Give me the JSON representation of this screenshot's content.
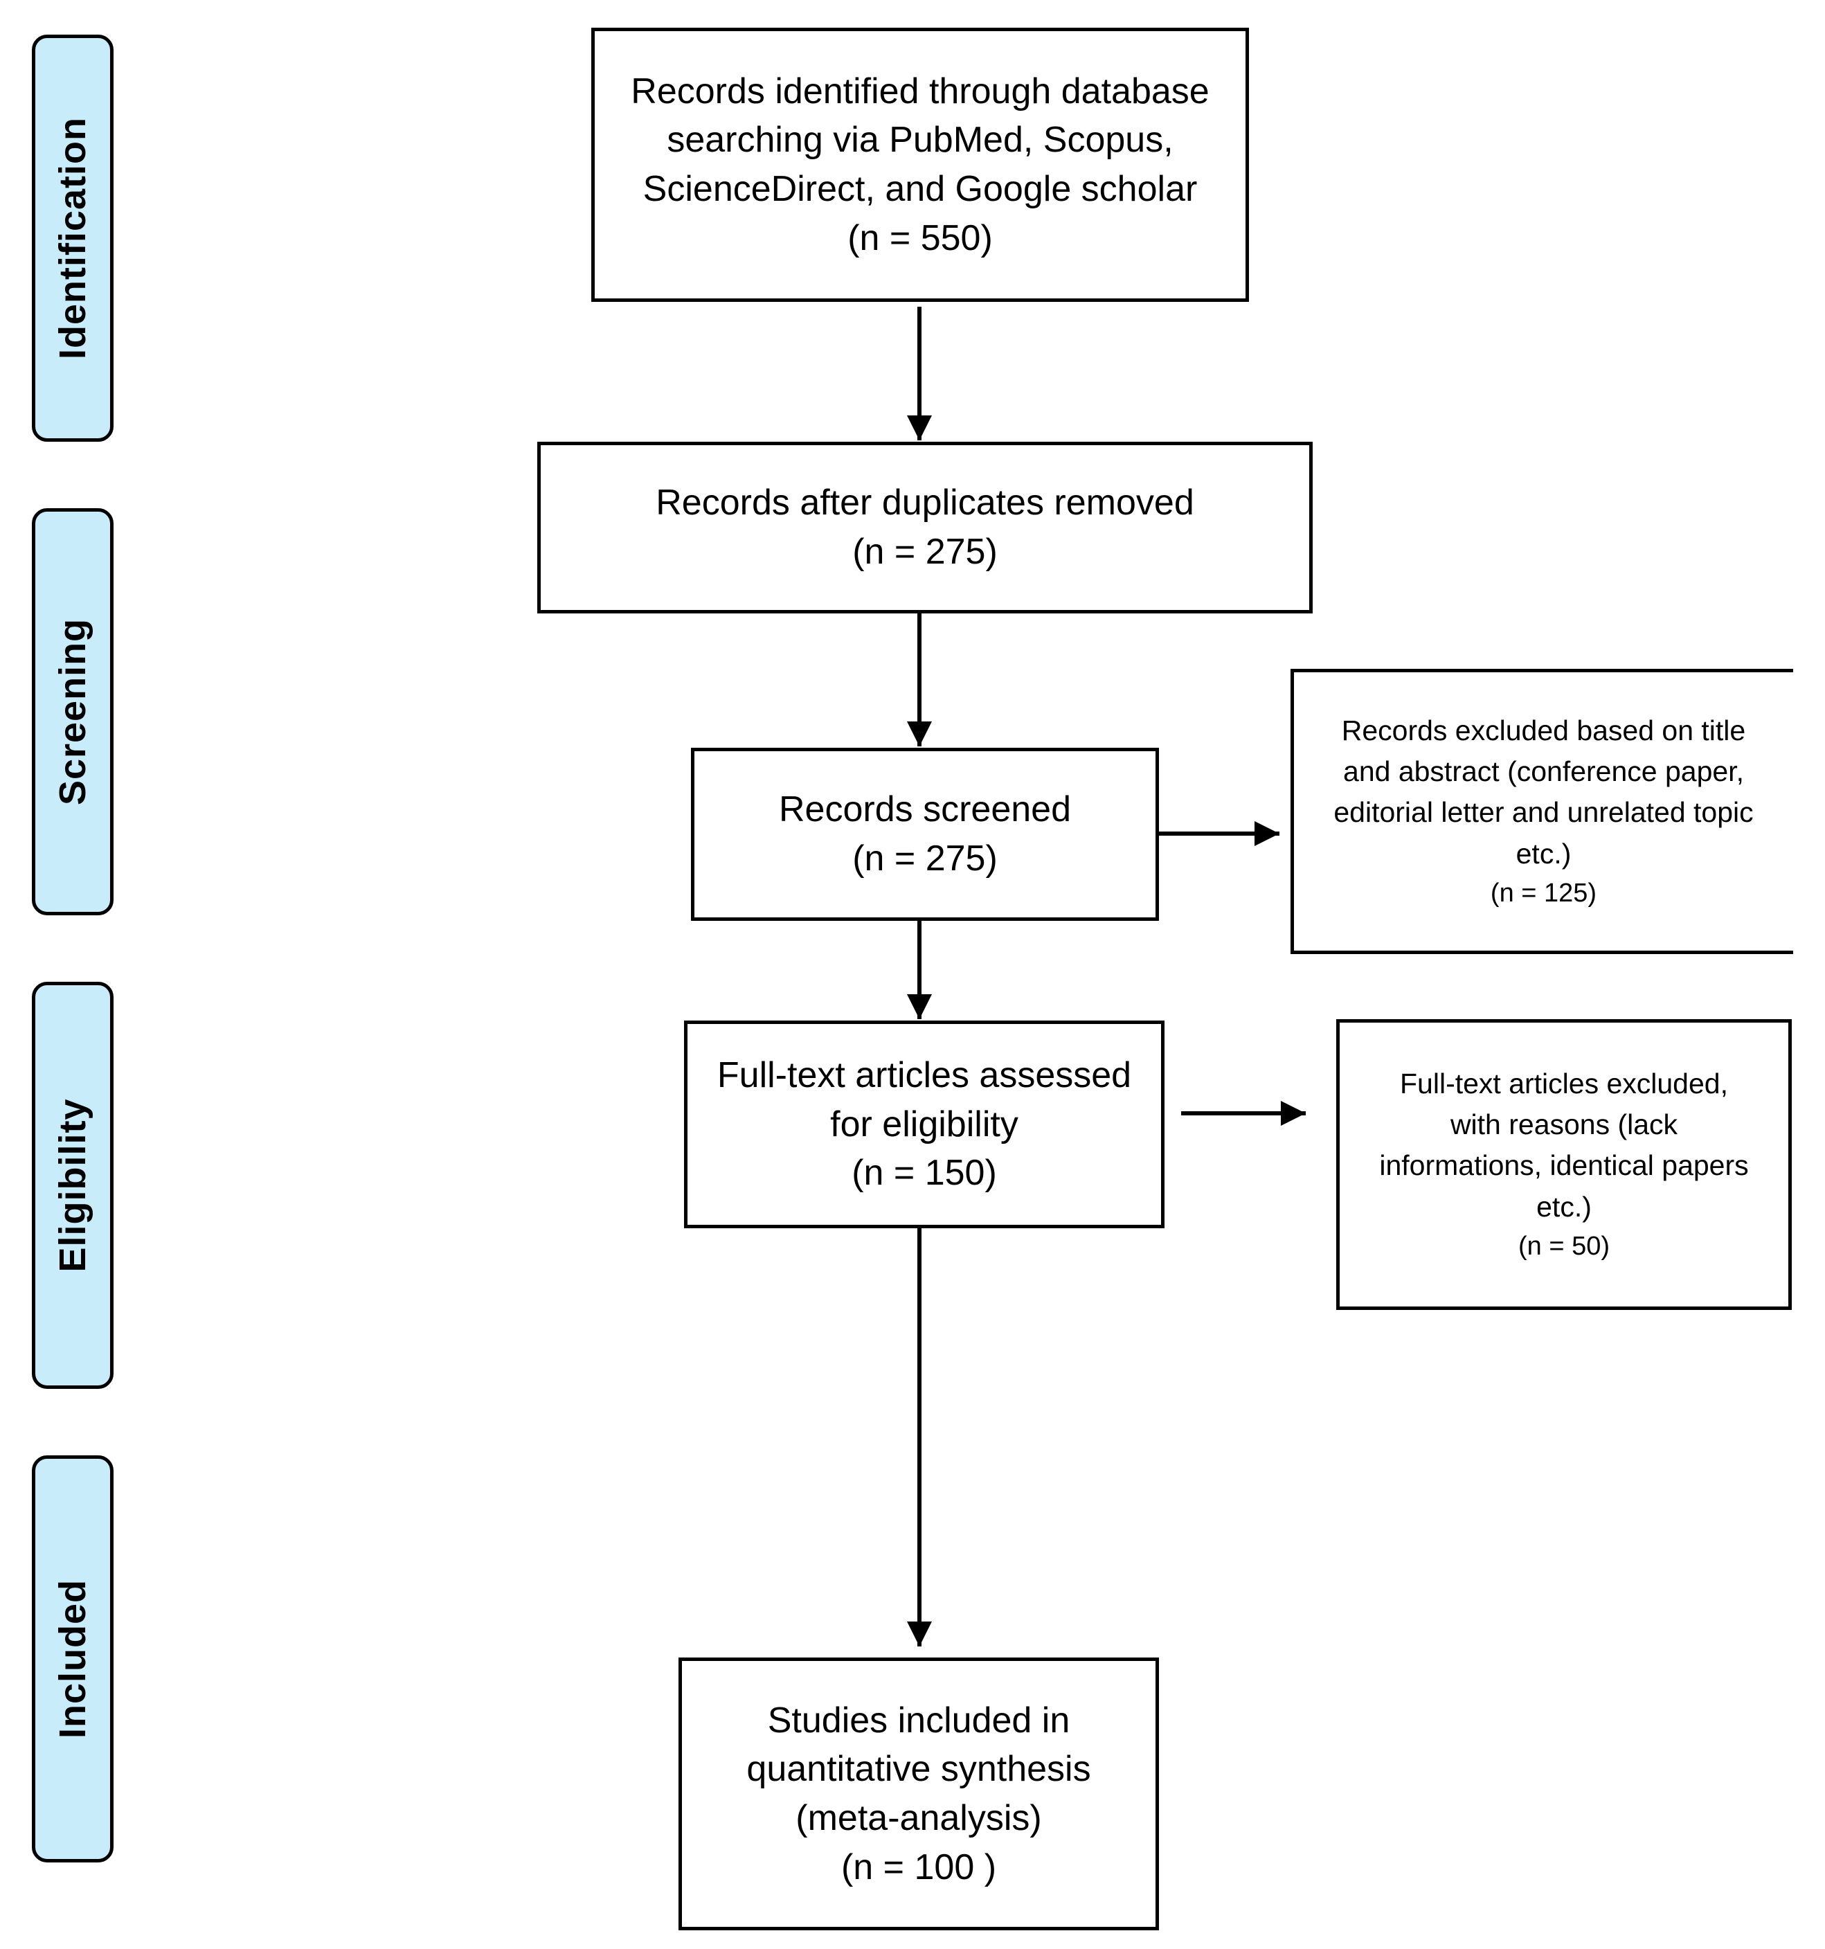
{
  "phases": [
    {
      "label": "Identification"
    },
    {
      "label": "Screening"
    },
    {
      "label": "Eligibility"
    },
    {
      "label": "Included"
    }
  ],
  "boxes": {
    "identified": {
      "lines": [
        "Records identified through database",
        "searching via PubMed, Scopus,",
        "ScienceDirect, and Google scholar"
      ],
      "count": "(n =  550)"
    },
    "duplicates_removed": {
      "lines": [
        "Records after duplicates removed"
      ],
      "count": "(n =  275)"
    },
    "screened": {
      "lines": [
        "Records screened"
      ],
      "count": "(n =   275)"
    },
    "excluded_title_abstract": {
      "lines": [
        "Records excluded based on title",
        "and abstract (conference paper,",
        "editorial letter and unrelated topic",
        "etc.)"
      ],
      "count": "(n = 125)"
    },
    "fulltext_assessed": {
      "lines": [
        "Full-text articles assessed",
        "for eligibility"
      ],
      "count": "(n = 150)"
    },
    "fulltext_excluded": {
      "lines": [
        "Full-text articles excluded,",
        "with reasons (lack",
        "informations, identical papers",
        "etc.)"
      ],
      "count": "(n =   50)"
    },
    "included": {
      "lines": [
        "Studies included in",
        "quantitative synthesis",
        "(meta-analysis)"
      ],
      "count": "(n =  100 )"
    }
  }
}
